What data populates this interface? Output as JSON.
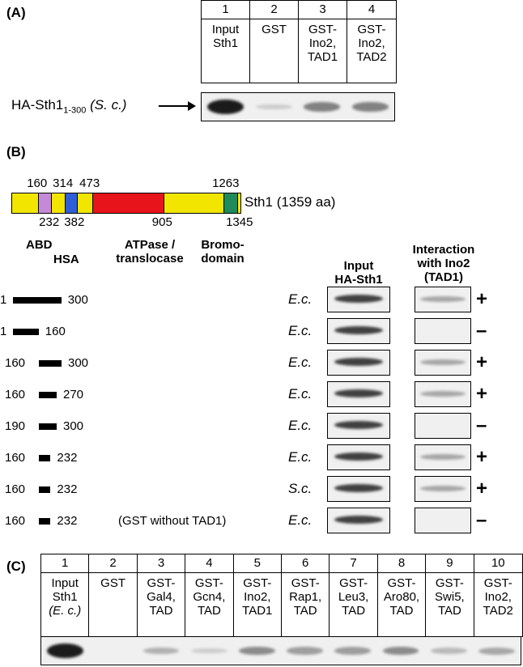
{
  "panelA": {
    "label": "(A)",
    "lanes": [
      {
        "num": "1",
        "text": "Input\nSth1"
      },
      {
        "num": "2",
        "text": "GST"
      },
      {
        "num": "3",
        "text": "GST-\nIno2,\nTAD1"
      },
      {
        "num": "4",
        "text": "GST-\nIno2,\nTAD2"
      }
    ],
    "blot_label_main": "HA-Sth1",
    "blot_label_sub": "1-300",
    "blot_label_org": "(S. c.)",
    "band_intensity": [
      1.0,
      0.05,
      0.45,
      0.45
    ]
  },
  "panelB": {
    "label": "(B)",
    "protein_name": "Sth1 (1359 aa)",
    "top_positions": [
      "160",
      "314",
      "473",
      "1263"
    ],
    "bottom_positions": [
      "232",
      "382",
      "905",
      "1345"
    ],
    "domain_labels": [
      "ABD",
      "HSA",
      "ATPase /",
      "translocase",
      "Bromo-",
      "domain"
    ],
    "col_input_header": [
      "Input",
      "HA-Sth1"
    ],
    "col_interaction_header": [
      "Interaction",
      "with Ino2",
      "(TAD1)"
    ],
    "constructs": [
      {
        "start": "1",
        "end": "300",
        "source": "E.c.",
        "result": "+",
        "note": ""
      },
      {
        "start": "1",
        "end": "160",
        "source": "E.c.",
        "result": "–",
        "note": ""
      },
      {
        "start": "160",
        "end": "300",
        "source": "E.c.",
        "result": "+",
        "note": ""
      },
      {
        "start": "160",
        "end": "270",
        "source": "E.c.",
        "result": "+",
        "note": ""
      },
      {
        "start": "190",
        "end": "300",
        "source": "E.c.",
        "result": "–",
        "note": ""
      },
      {
        "start": "160",
        "end": "232",
        "source": "E.c.",
        "result": "+",
        "note": ""
      },
      {
        "start": "160",
        "end": "232",
        "source": "S.c.",
        "result": "+",
        "note": ""
      },
      {
        "start": "160",
        "end": "232",
        "source": "E.c.",
        "result": "–",
        "note": "(GST without TAD1)"
      }
    ]
  },
  "panelC": {
    "label": "(C)",
    "lanes": [
      {
        "num": "1",
        "text": "Input\nSth1\n(E. c.)"
      },
      {
        "num": "2",
        "text": "GST"
      },
      {
        "num": "3",
        "text": "GST-\nGal4,\nTAD"
      },
      {
        "num": "4",
        "text": "GST-\nGcn4,\nTAD"
      },
      {
        "num": "5",
        "text": "GST-\nIno2,\nTAD1"
      },
      {
        "num": "6",
        "text": "GST-\nRap1,\nTAD"
      },
      {
        "num": "7",
        "text": "GST-\nLeu3,\nTAD"
      },
      {
        "num": "8",
        "text": "GST-\nAro80,\nTAD"
      },
      {
        "num": "9",
        "text": "GST-\nSwi5,\nTAD"
      },
      {
        "num": "10",
        "text": "GST-\nIno2,\nTAD2"
      }
    ],
    "band_intensity": [
      1.0,
      0.0,
      0.2,
      0.05,
      0.4,
      0.3,
      0.3,
      0.4,
      0.15,
      0.25
    ]
  },
  "colors": {
    "domain_yellow": "#f2e600",
    "domain_purple": "#c48ad8",
    "domain_blue": "#2f5fd8",
    "domain_red": "#e8141b",
    "domain_green": "#1f8a5a"
  }
}
